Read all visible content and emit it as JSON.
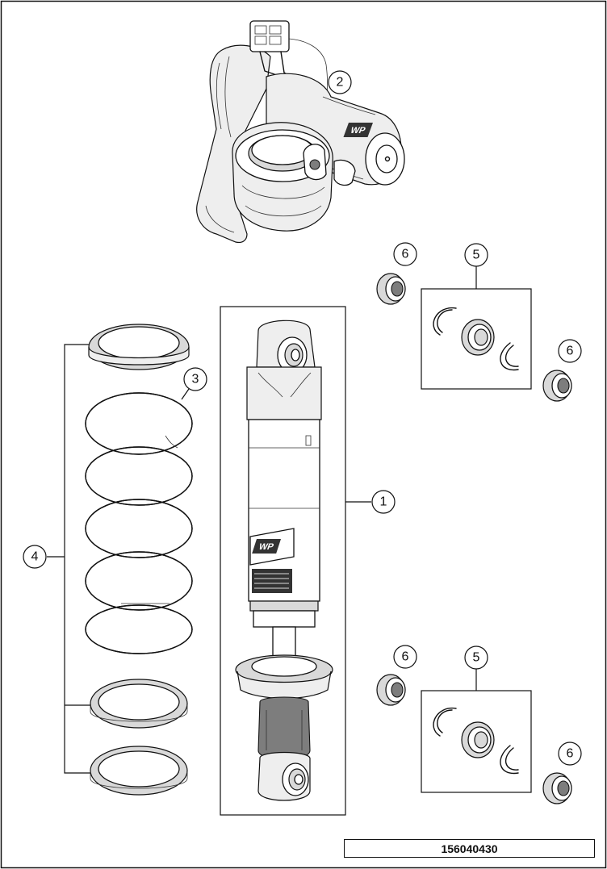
{
  "diagram": {
    "drawing_number": "156040430",
    "callouts": [
      "1",
      "2",
      "3",
      "4",
      "5",
      "5",
      "6",
      "6",
      "6",
      "6"
    ],
    "parts": {
      "shock_absorber": "1",
      "reservoir": "2",
      "spring": "3",
      "spring_seats": "4",
      "bearing_kit_top": "5",
      "bearing_kit_bottom": "5",
      "seal_top_left": "6",
      "seal_top_right": "6",
      "seal_bottom_left": "6",
      "seal_bottom_right": "6"
    },
    "brand_mark": "WP"
  }
}
